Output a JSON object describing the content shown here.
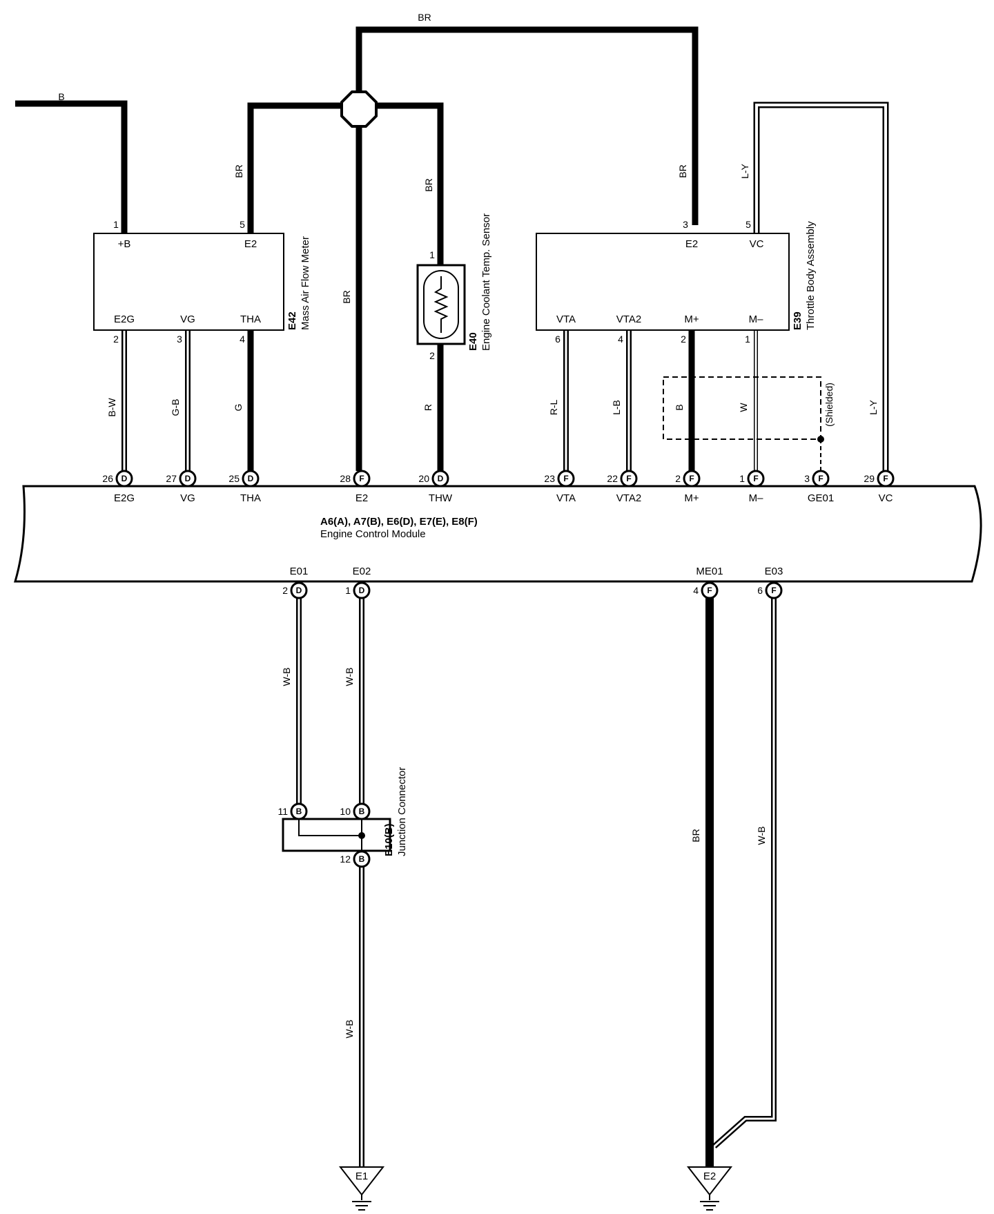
{
  "wire_colors": {
    "top_br": "BR",
    "b_left": "B",
    "maf_e2": "BR",
    "center_br": "BR",
    "ect_br": "BR",
    "tb_e2": "BR",
    "tb_vc": "L-Y",
    "maf_e2g": "B-W",
    "maf_vg": "G-B",
    "maf_tha": "G",
    "ect_r": "R",
    "tb_vta": "R-L",
    "tb_vta2": "L-B",
    "tb_mplus": "B",
    "tb_mminus": "W",
    "ecm_vc": "L-Y",
    "e01_wb": "W-B",
    "e02_wb": "W-B",
    "ground_wb": "W-B",
    "me01_br": "BR",
    "e03_wb": "W-B"
  },
  "maf": {
    "code": "E42",
    "name": "Mass Air Flow Meter",
    "pins": {
      "b": "+B",
      "e2": "E2",
      "e2g": "E2G",
      "vg": "VG",
      "tha": "THA"
    },
    "nums": {
      "b": "1",
      "e2": "5",
      "e2g": "2",
      "vg": "3",
      "tha": "4"
    }
  },
  "ect": {
    "code": "E40",
    "name": "Engine Coolant Temp.  Sensor",
    "nums": {
      "top": "1",
      "bottom": "2"
    }
  },
  "tb": {
    "code": "E39",
    "name": "Throttle Body Assembly",
    "pins": {
      "e2": "E2",
      "vc": "VC",
      "vta": "VTA",
      "vta2": "VTA2",
      "mplus": "M+",
      "mminus": "M–"
    },
    "nums": {
      "e2": "3",
      "vc": "5",
      "vta": "6",
      "vta2": "4",
      "mplus": "2",
      "mminus": "1"
    }
  },
  "shield_label": "(Shielded)",
  "ecm": {
    "codes": "A6(A), A7(B), E6(D), E7(E), E8(F)",
    "name": "Engine Control Module",
    "top_pins": [
      {
        "num": "26",
        "conn": "D",
        "label": "E2G"
      },
      {
        "num": "27",
        "conn": "D",
        "label": "VG"
      },
      {
        "num": "25",
        "conn": "D",
        "label": "THA"
      },
      {
        "num": "28",
        "conn": "F",
        "label": "E2"
      },
      {
        "num": "20",
        "conn": "D",
        "label": "THW"
      },
      {
        "num": "23",
        "conn": "F",
        "label": "VTA"
      },
      {
        "num": "22",
        "conn": "F",
        "label": "VTA2"
      },
      {
        "num": "2",
        "conn": "F",
        "label": "M+"
      },
      {
        "num": "1",
        "conn": "F",
        "label": "M–"
      },
      {
        "num": "3",
        "conn": "F",
        "label": "GE01"
      },
      {
        "num": "29",
        "conn": "F",
        "label": "VC"
      }
    ],
    "bottom_pins": [
      {
        "num": "2",
        "conn": "D",
        "label": "E01"
      },
      {
        "num": "1",
        "conn": "D",
        "label": "E02"
      },
      {
        "num": "4",
        "conn": "F",
        "label": "ME01"
      },
      {
        "num": "6",
        "conn": "F",
        "label": "E03"
      }
    ]
  },
  "jc": {
    "code": "E10(B)",
    "name": "Junction Connector",
    "pins": [
      {
        "num": "11",
        "conn": "B"
      },
      {
        "num": "10",
        "conn": "B"
      },
      {
        "num": "12",
        "conn": "B"
      }
    ]
  },
  "grounds": [
    "E1",
    "E2"
  ]
}
